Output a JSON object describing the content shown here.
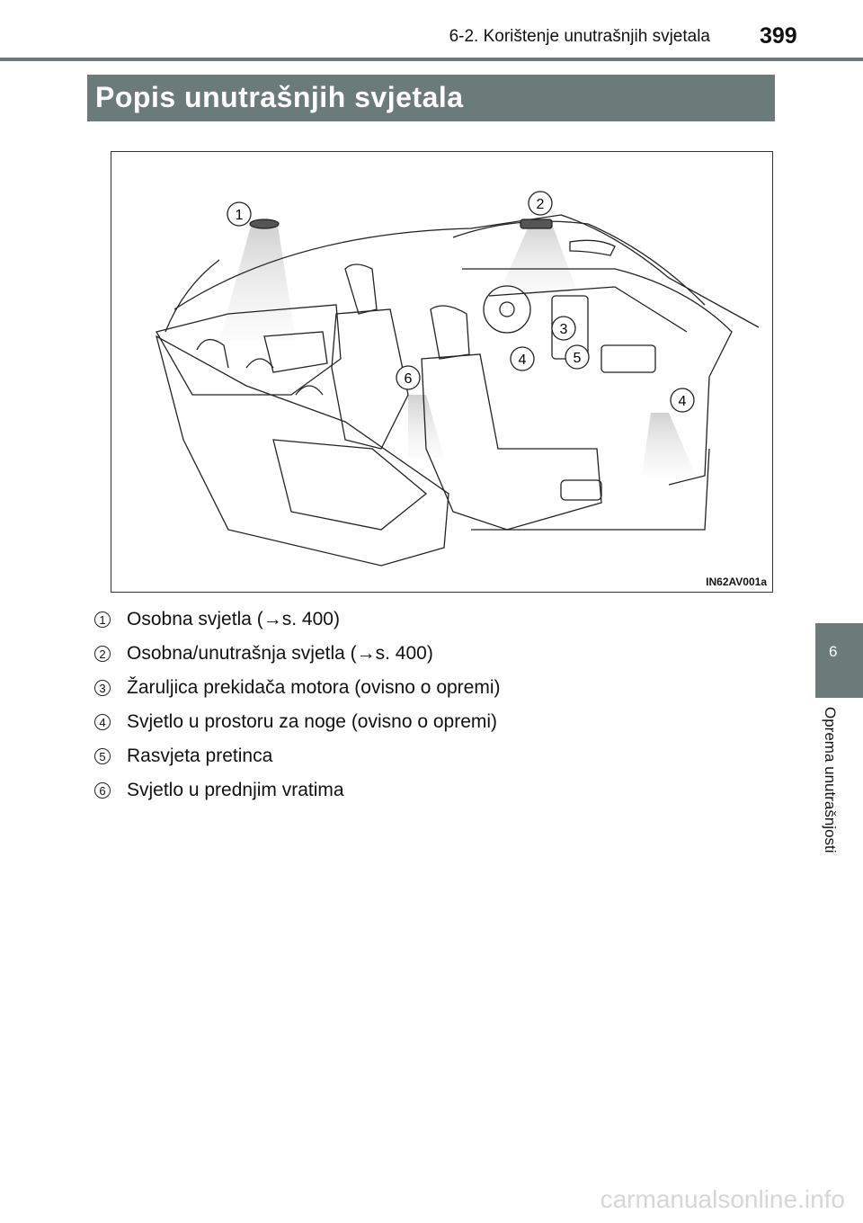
{
  "header": {
    "section": "6-2. Korištenje unutrašnjih svjetala",
    "page_number": "399"
  },
  "title": "Popis unutrašnjih svjetala",
  "figure": {
    "code": "IN62AV001a",
    "callouts": [
      "1",
      "2",
      "3",
      "4",
      "5",
      "6",
      "4"
    ]
  },
  "items": [
    {
      "num": "1",
      "text": "Osobna svjetla (→s. 400)"
    },
    {
      "num": "2",
      "text": "Osobna/unutrašnja svjetla (→s. 400)"
    },
    {
      "num": "3",
      "text": "Žaruljica prekidača motora (ovisno o opremi)"
    },
    {
      "num": "4",
      "text": "Svjetlo u prostoru za noge (ovisno o opremi)"
    },
    {
      "num": "5",
      "text": "Rasvjeta pretinca"
    },
    {
      "num": "6",
      "text": "Svjetlo u prednjim vratima"
    }
  ],
  "side_tab": {
    "number": "6",
    "label": "Oprema unutrašnjosti"
  },
  "watermark": "carmanualsonline.info",
  "colors": {
    "accent": "#6b7b79"
  }
}
